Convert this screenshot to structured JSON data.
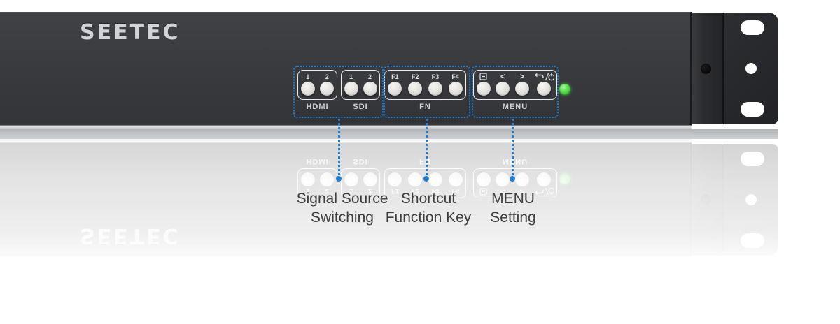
{
  "brand": {
    "logo_text": "SEETEC"
  },
  "panel": {
    "hdmi": {
      "caption": "HDMI",
      "key1": "1",
      "key2": "2"
    },
    "sdi": {
      "caption": "SDI",
      "key1": "1",
      "key2": "2"
    },
    "fn": {
      "caption": "FN",
      "key1": "F1",
      "key2": "F2",
      "key3": "F3",
      "key4": "F4"
    },
    "menu": {
      "caption": "MENU",
      "icon1": "menu-list-icon",
      "key2": "<",
      "key3": ">",
      "icon4": "return-power-icon"
    },
    "led_color": "#41cf3a"
  },
  "annotations": {
    "accent": "#1d7dd4",
    "callout1": {
      "line1": "Signal Source",
      "line2": "Switching"
    },
    "callout2": {
      "line1": "Shortcut",
      "line2": "Function Key"
    },
    "callout3": {
      "line1": "MENU",
      "line2": "Setting"
    }
  }
}
